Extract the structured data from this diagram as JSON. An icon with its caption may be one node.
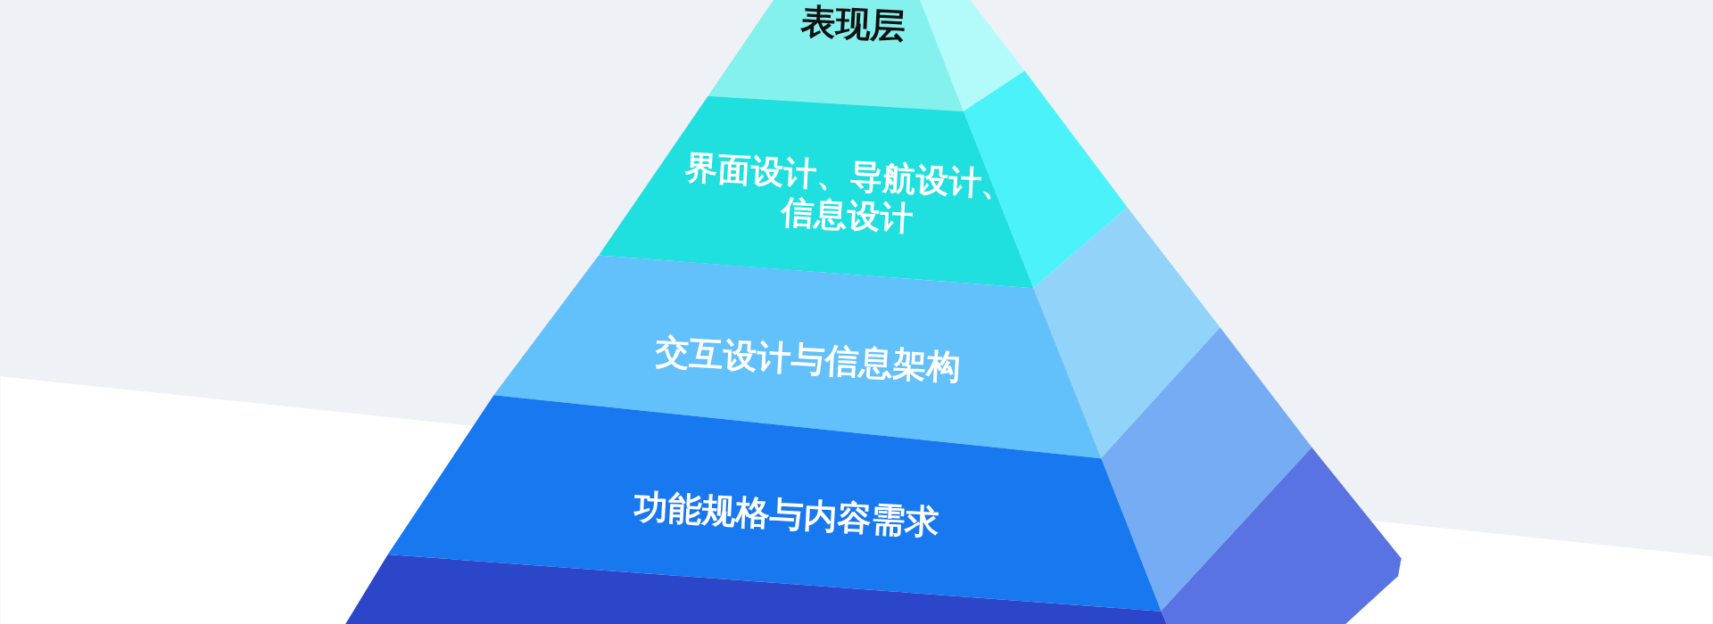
{
  "diagram": {
    "nodes": [
      {
        "text": [
          "表现层"
        ]
      },
      {
        "text": [
          "界面设计、导航设计、信息设计"
        ]
      },
      {
        "text": [
          "交互设计与信息架构"
        ]
      },
      {
        "text": [
          "功能规格与内容需求"
        ]
      },
      {
        "text": [],
        "shape": "box"
      }
    ]
  }
}
